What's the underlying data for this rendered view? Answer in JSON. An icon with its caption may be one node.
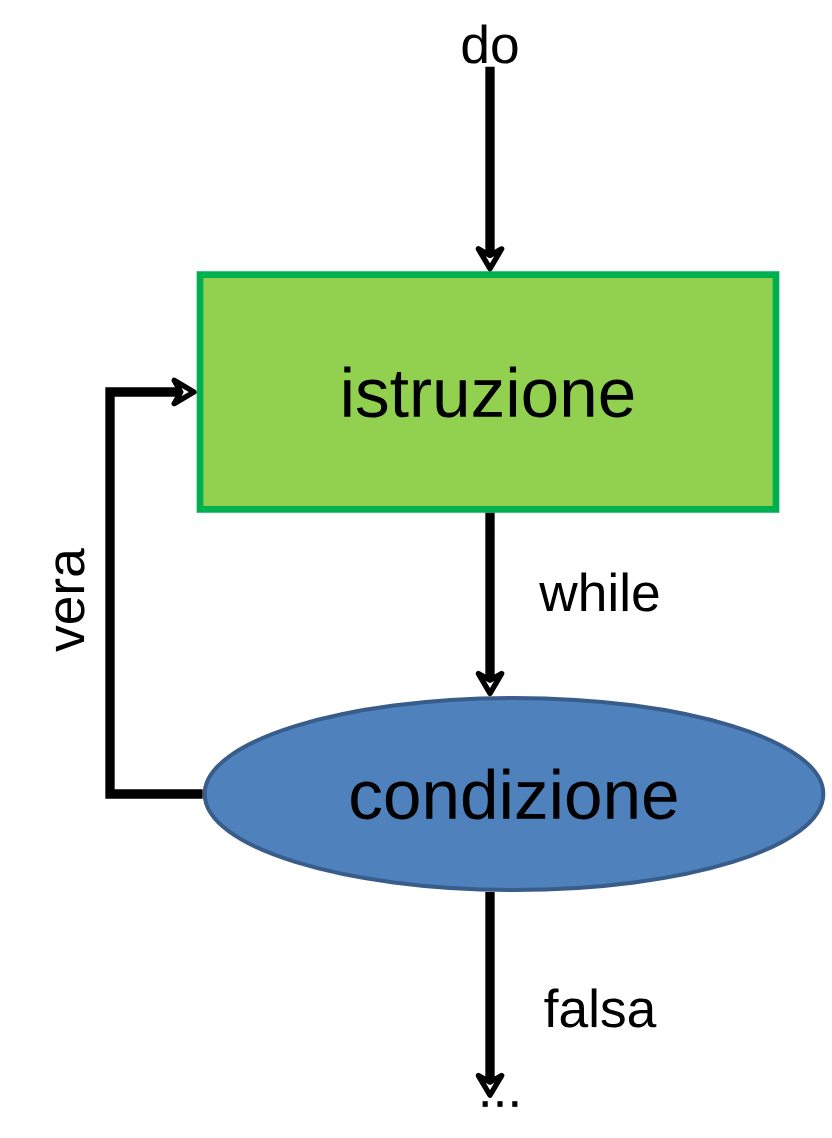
{
  "diagram": {
    "nodes": [
      {
        "text": [
          "do"
        ]
      },
      {
        "text": [
          "istruzione"
        ]
      },
      {
        "text": [
          "condizione"
        ]
      },
      {
        "text": [
          "..."
        ]
      }
    ],
    "edges": [
      {
        "from": 0,
        "to": 1,
        "arrow": "to"
      },
      {
        "from": 1,
        "to": 2,
        "arrow": "to",
        "label": "while"
      },
      {
        "from": 2,
        "to": 1,
        "arrow": "to",
        "label": "vera"
      },
      {
        "from": 2,
        "to": 3,
        "arrow": "to",
        "label": "falsa"
      }
    ]
  }
}
